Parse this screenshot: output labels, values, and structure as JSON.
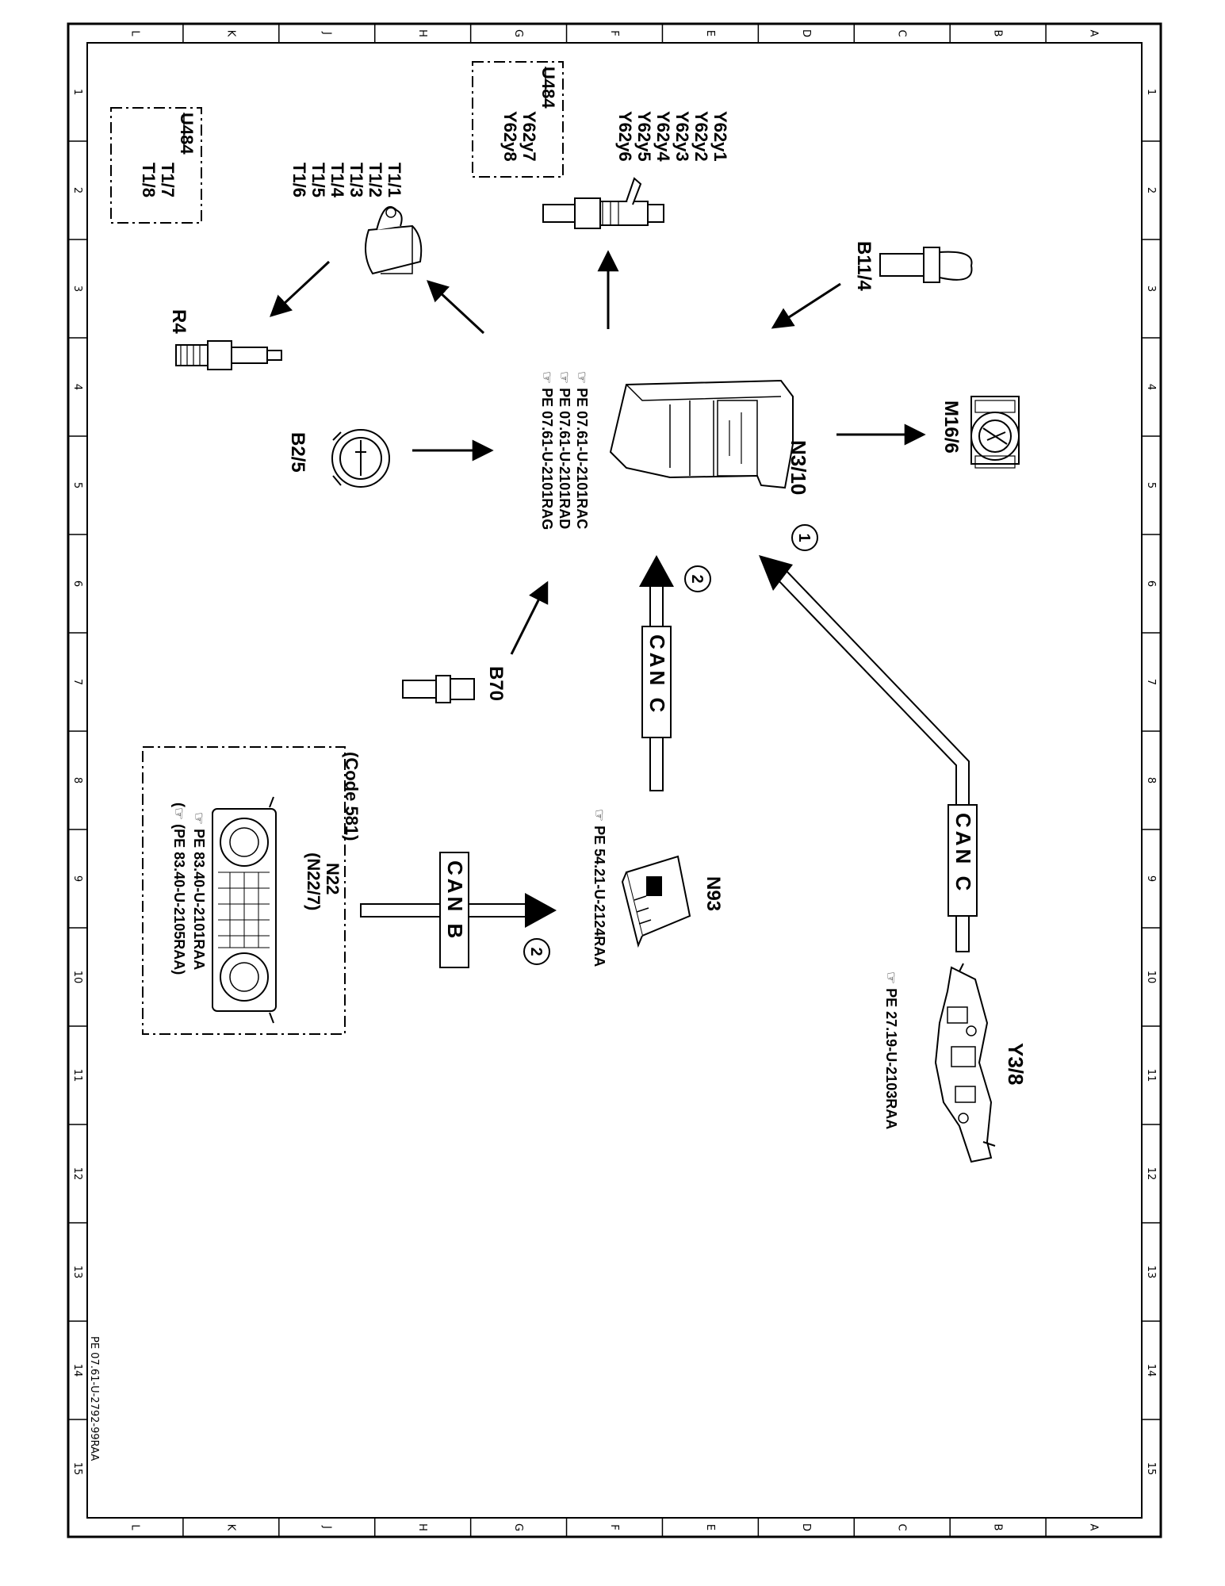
{
  "grid": {
    "letters": [
      "L",
      "K",
      "J",
      "H",
      "G",
      "F",
      "E",
      "D",
      "C",
      "B",
      "A"
    ],
    "numbers": [
      "1",
      "2",
      "3",
      "4",
      "5",
      "6",
      "7",
      "8",
      "9",
      "10",
      "11",
      "12",
      "13",
      "14",
      "15"
    ]
  },
  "doc_id": "PE 07.61-U-2792-99RAA",
  "components": {
    "n3_10": {
      "label": "N3/10",
      "refs": [
        "PE 07.61-U-2101RAC",
        "PE 07.61-U-2101RAD",
        "PE 07.61-U-2101RAG"
      ]
    },
    "m16_6": {
      "label": "M16/6"
    },
    "b11_4": {
      "label": "B11/4"
    },
    "y62": {
      "labels": [
        "Y62y1",
        "Y62y2",
        "Y62y3",
        "Y62y4",
        "Y62y5",
        "Y62y6"
      ],
      "u484_title": "U484",
      "u484_labels": [
        "Y62y7",
        "Y62y8"
      ]
    },
    "t1": {
      "labels": [
        "T1/1",
        "T1/2",
        "T1/3",
        "T1/4",
        "T1/5",
        "T1/6"
      ],
      "u484_title": "U484",
      "u484_labels": [
        "T1/7",
        "T1/8"
      ]
    },
    "r4": {
      "label": "R4"
    },
    "b2_5": {
      "label": "B2/5"
    },
    "b70": {
      "label": "B70"
    },
    "n93": {
      "label": "N93",
      "ref": "PE 54.21-U-2124RAA"
    },
    "n22": {
      "label": "N22",
      "alt": "(N22/7)",
      "code": "(Code 581)",
      "refs": [
        "PE 83.40-U-2101RAA",
        "(PE 83.40-U-2105RAA)"
      ]
    },
    "y3_8": {
      "label": "Y3/8",
      "ref": "PE 27.19-U-2103RAA"
    }
  },
  "buses": {
    "can_c": "CAN C",
    "can_b": "CAN B",
    "marker_1": "1",
    "marker_2": "2"
  },
  "icons": [
    "pointing-hand-icon"
  ]
}
